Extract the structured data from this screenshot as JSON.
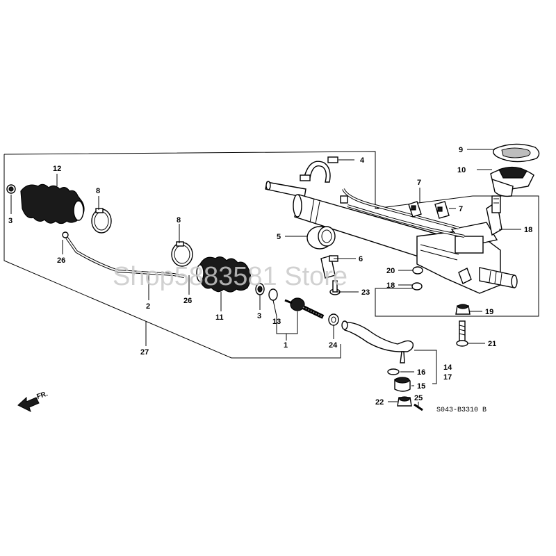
{
  "diagram": {
    "callouts": {
      "n1": "1",
      "n2": "2",
      "n3a": "3",
      "n3b": "3",
      "n4": "4",
      "n5": "5",
      "n6": "6",
      "n7a": "7",
      "n7b": "7",
      "n8a": "8",
      "n8b": "8",
      "n9": "9",
      "n10": "10",
      "n11": "11",
      "n12": "12",
      "n13": "13",
      "n14": "14",
      "n15": "15",
      "n16": "16",
      "n17": "17",
      "n18": "18",
      "n19": "19",
      "n20": "20",
      "n21": "21",
      "n22": "22",
      "n23": "23",
      "n24": "24",
      "n25": "25",
      "n26a": "26",
      "n26b": "26",
      "n27": "27",
      "n18b": "18"
    },
    "direction_label": "FR.",
    "diagram_code": "S043-B3310 B",
    "watermark": "Shop5883581 Store"
  },
  "colors": {
    "ink": "#000000",
    "paper": "#ffffff",
    "watermark": "#c9c9c9"
  }
}
